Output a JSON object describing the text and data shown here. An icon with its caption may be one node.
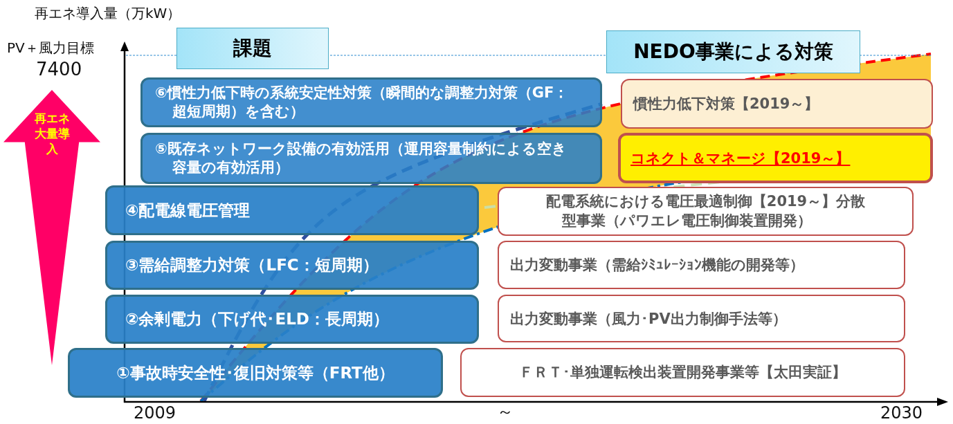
{
  "diagram": {
    "nodes": [
      {
        "text": [
          "課題"
        ]
      },
      {
        "text": [
          "NEDO事業による対策"
        ]
      },
      {
        "text": [
          "⑥慣性力低下時の系統安定性対策（瞬間的な調整力対策（GF：超短周期）を含む）"
        ]
      },
      {
        "text": [
          "⑤既存ネットワーク設備の有効活用（運用容量制約による空き容量の有効活用）"
        ]
      },
      {
        "text": [
          "④配電線電圧管理"
        ]
      },
      {
        "text": [
          "③需給調整力対策（LFC：短周期）"
        ]
      },
      {
        "text": [
          "②余剰電力（下げ代･ELD：長周期）"
        ]
      },
      {
        "text": [
          "①事故時安全性･復旧対策等（FRT他）"
        ]
      },
      {
        "text": [
          "慣性力低下対策【2019～】"
        ]
      },
      {
        "text": [
          "コネクト＆マネージ【2019～】"
        ]
      },
      {
        "text": [
          "配電系統における電圧最適制御【2019～】分散型事業（パワエレ電圧制御装置開発）"
        ]
      },
      {
        "text": [
          "出力変動事業（需給ｼﾐｭﾚｰｼｮﾝ機能の開発等）"
        ]
      },
      {
        "text": [
          "出力変動事業（風力･PV出力制御手法等）"
        ]
      },
      {
        "text": [
          "ＦＲＴ･単独運転検出装置開発事業等【太田実証】"
        ]
      },
      {
        "text": [
          "再エネ大量導入"
        ]
      }
    ],
    "labels": [
      "再エネ導入量（万kW）",
      "PV＋風力目標",
      "7400",
      "2009",
      "～",
      "2030"
    ]
  }
}
